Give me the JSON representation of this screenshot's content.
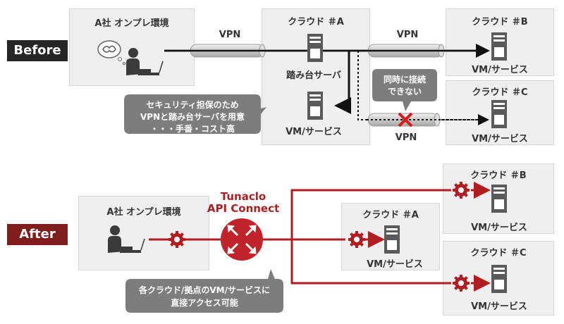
{
  "before": {
    "tag": "Before",
    "onprem_title": "A社 オンプレ環境",
    "vpn_left": "VPN",
    "vpn_right": "VPN",
    "vpn_bottom": "VPN",
    "cloud_a_title": "クラウド ＃A",
    "bastion_label": "踏み台サーバ",
    "cloud_a_vm": "VM/サービス",
    "cloud_b_title": "クラウド ＃B",
    "cloud_b_vm": "VM/サービス",
    "cloud_c_title": "クラウド ＃C",
    "cloud_c_vm": "VM/サービス",
    "callout_lines": [
      "セキュリティ担保のため",
      "VPNと踏み台サーバを用意",
      "・・・手番・コスト高"
    ],
    "concurrent_lines": [
      "同時に接続",
      "できない"
    ]
  },
  "after": {
    "tag": "After",
    "onprem_title": "A社 オンプレ環境",
    "hub_title_1": "Tunaclo",
    "hub_title_2": "API Connect",
    "cloud_a_title": "クラウド ＃A",
    "cloud_a_vm": "VM/サービス",
    "cloud_b_title": "クラウド ＃B",
    "cloud_b_vm": "VM/サービス",
    "cloud_c_title": "クラウド ＃C",
    "cloud_c_vm": "VM/サービス",
    "callout_lines": [
      "各クラウド/拠点のVM/サービスに",
      "直接アクセス可能"
    ]
  },
  "colors": {
    "dark_tag": "#262626",
    "red_tag": "#7f1d1d",
    "red_line": "#b01e22",
    "box_bg": "#efefef",
    "callout": "#7d7d7d",
    "server": "#5a5a5a"
  },
  "icons": [
    "person-at-laptop-icon",
    "thinking-brain-icon",
    "server-icon",
    "gear-icon",
    "router-icon",
    "x-mark-icon"
  ]
}
